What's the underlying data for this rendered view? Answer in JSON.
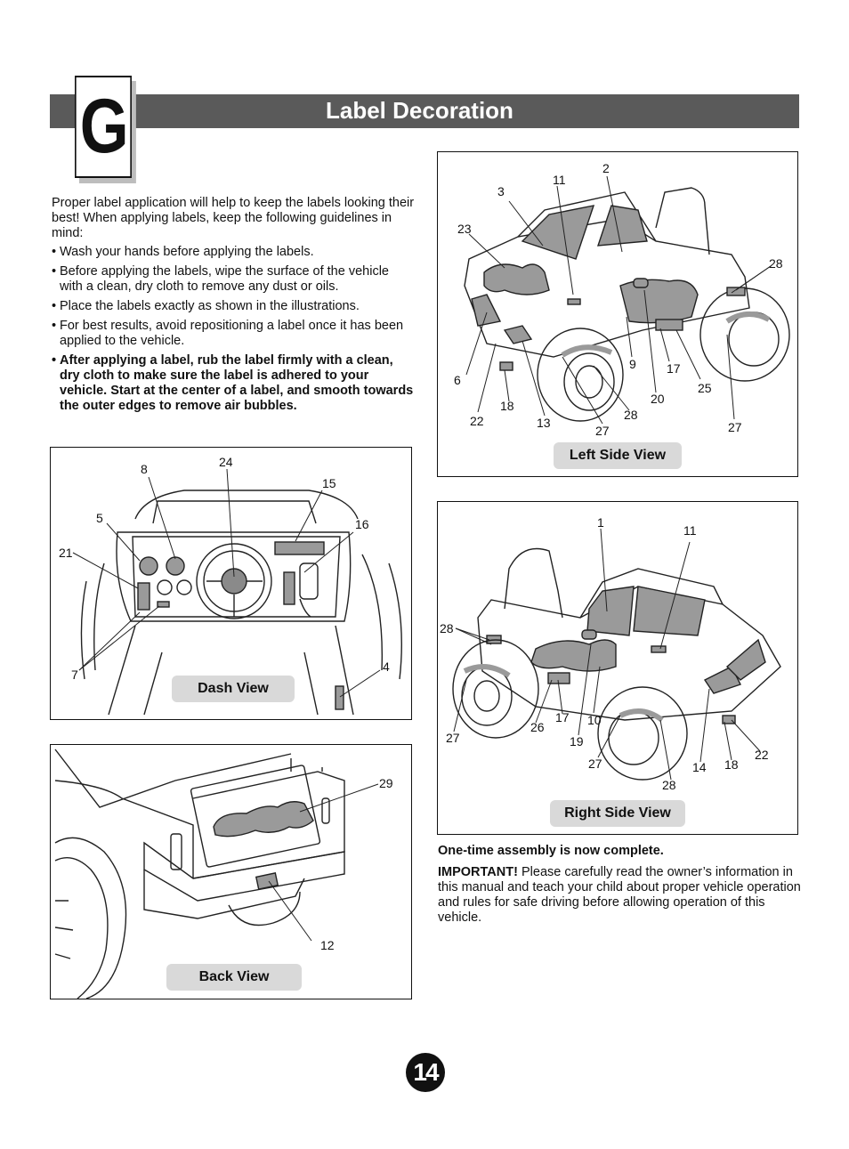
{
  "section": {
    "letter": "G",
    "title": "Label Decoration"
  },
  "intro": {
    "paragraph": "Proper label application will help to keep the labels looking their best! When applying labels, keep the following guidelines in mind:",
    "bullets": [
      "Wash your hands before applying the labels.",
      "Before applying the labels, wipe the surface of the vehicle with a clean, dry cloth to remove any dust or oils.",
      "Place the labels exactly as shown in the illustrations.",
      "For best results, avoid repositioning a label once it has been applied to the vehicle.",
      "After applying a label, rub the label firmly with a clean, dry cloth to make sure the label is adhered to your vehicle. Start at the center of a label, and smooth towards the outer edges to remove air bubbles."
    ],
    "bullet_glyph": "•"
  },
  "views": {
    "dash": {
      "label": "Dash View",
      "callouts": [
        "8",
        "24",
        "15",
        "5",
        "16",
        "21",
        "7",
        "4"
      ]
    },
    "back": {
      "label": "Back View",
      "callouts": [
        "29",
        "12"
      ]
    },
    "left_side": {
      "label": "Left Side View",
      "callouts": [
        "2",
        "11",
        "3",
        "23",
        "28",
        "6",
        "9",
        "17",
        "25",
        "20",
        "18",
        "22",
        "13",
        "28",
        "27",
        "27"
      ]
    },
    "right_side": {
      "label": "Right Side View",
      "callouts": [
        "1",
        "11",
        "28",
        "17",
        "26",
        "10",
        "19",
        "27",
        "27",
        "28",
        "14",
        "18",
        "22"
      ]
    }
  },
  "assembly": {
    "complete": "One-time assembly is now complete.",
    "important_label": "IMPORTANT!",
    "important_text": " Please carefully read the owner’s information in this manual and teach your child about proper vehicle operation and rules for safe driving before allowing operation of this vehicle."
  },
  "page_number": "14"
}
